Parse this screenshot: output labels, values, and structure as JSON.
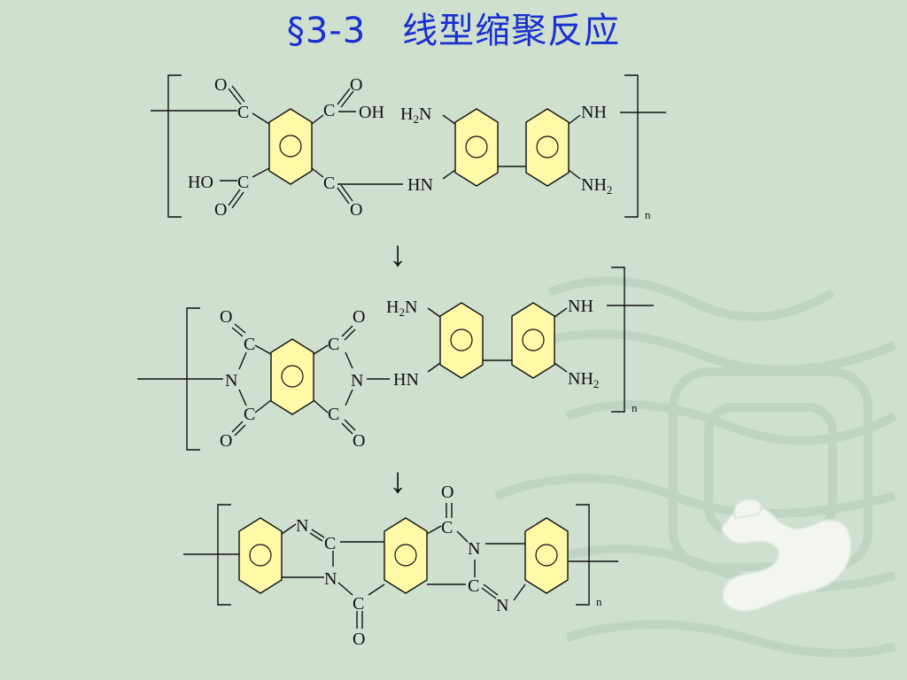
{
  "slide": {
    "title": "§3-3　线型缩聚反应"
  },
  "labels": {
    "O": "O",
    "C": "C",
    "OH": "OH",
    "HO": "HO",
    "H": "H",
    "N": "N",
    "HN": "HN",
    "NH": "NH",
    "NH2_main": "NH",
    "sub2": "2",
    "n": "n",
    "arrow": "↓"
  },
  "colors": {
    "title": "#1a2fd0",
    "background": "#cfe0cf",
    "ring_fill": "#fff9a8"
  }
}
